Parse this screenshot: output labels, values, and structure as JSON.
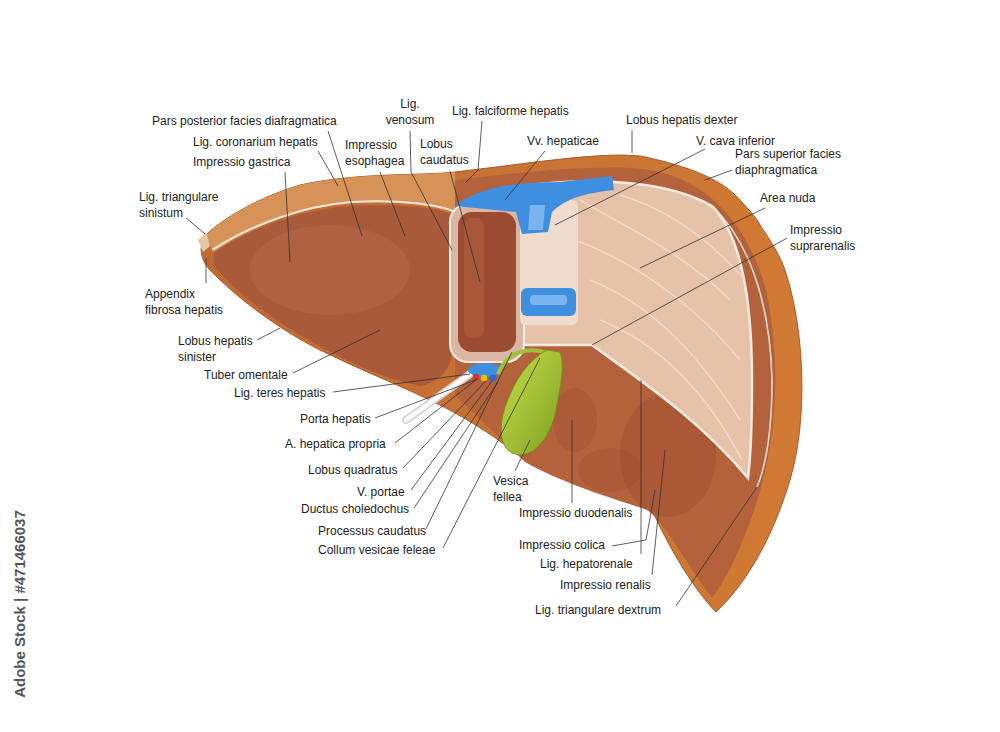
{
  "diagram": {
    "labels": [
      "Pars posterior facies diafragmatica",
      "Lig. coronarium hepatis",
      "Impressio gastrica",
      "Lig. triangulare sinistum",
      "Appendix fibrosa hepatis",
      "Lobus hepatis sinister",
      "Tuber omentale",
      "Lig. teres hepatis",
      "Porta hepatis",
      "A. hepatica propria",
      "Lobus quadratus",
      "V. portae",
      "Ductus choledochus",
      "Processus caudatus",
      "Collum vesicae feleae",
      "Lig. venosum",
      "Impressio esophagea",
      "Lobus caudatus",
      "Lig. falciforme hepatis",
      "Vv. hepaticae",
      "Lobus hepatis dexter",
      "V. cava inferior",
      "Pars superior facies diaphragmatica",
      "Area nuda",
      "Impressio suprarenalis",
      "Vesica fellea",
      "Impressio duodenalis",
      "Impressio colica",
      "Lig. hepatorenale",
      "Impressio renalis",
      "Lig. triangulare dextrum",
      "Adobe Stock | #471466037"
    ]
  }
}
